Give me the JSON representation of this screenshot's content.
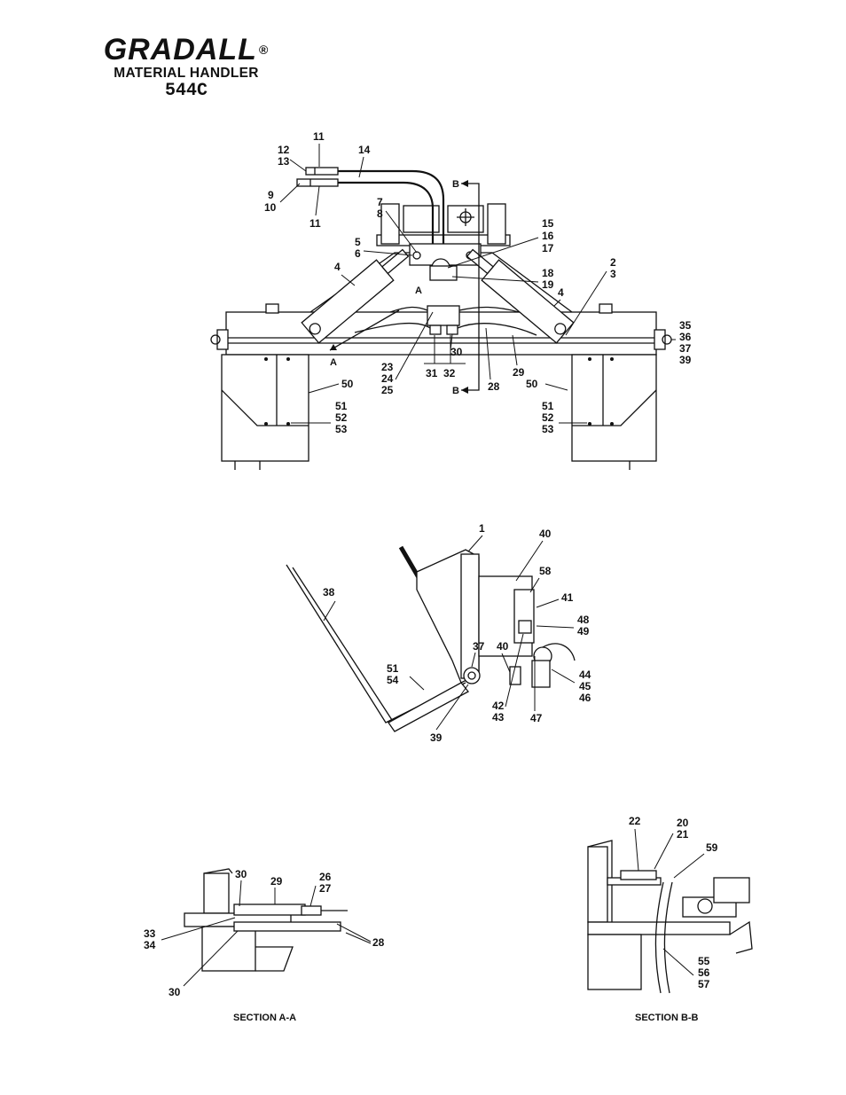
{
  "header": {
    "brand": "GRADALL",
    "registered_mark": "®",
    "subtitle": "MATERIAL HANDLER",
    "model": "544C"
  },
  "sections": {
    "a": "SECTION A-A",
    "b": "SECTION B-B"
  },
  "view_markers": {
    "a": "A",
    "b": "B"
  },
  "callouts": {
    "c1": "1",
    "c2": "2",
    "c3": "3",
    "c4": "4",
    "c5": "5",
    "c6": "6",
    "c7": "7",
    "c8": "8",
    "c9": "9",
    "c10": "10",
    "c11": "11",
    "c12": "12",
    "c13": "13",
    "c14": "14",
    "c15": "15",
    "c16": "16",
    "c17": "17",
    "c18": "18",
    "c19": "19",
    "c20": "20",
    "c21": "21",
    "c22": "22",
    "c23": "23",
    "c24": "24",
    "c25": "25",
    "c26": "26",
    "c27": "27",
    "c28": "28",
    "c29": "29",
    "c30": "30",
    "c31": "31",
    "c32": "32",
    "c33": "33",
    "c34": "34",
    "c35": "35",
    "c36": "36",
    "c37": "37",
    "c38": "38",
    "c39": "39",
    "c40": "40",
    "c41": "41",
    "c42": "42",
    "c43": "43",
    "c44": "44",
    "c45": "45",
    "c46": "46",
    "c47": "47",
    "c48": "48",
    "c49": "49",
    "c50": "50",
    "c51": "51",
    "c52": "52",
    "c53": "53",
    "c54": "54",
    "c55": "55",
    "c56": "56",
    "c57": "57",
    "c58": "58",
    "c59": "59"
  }
}
